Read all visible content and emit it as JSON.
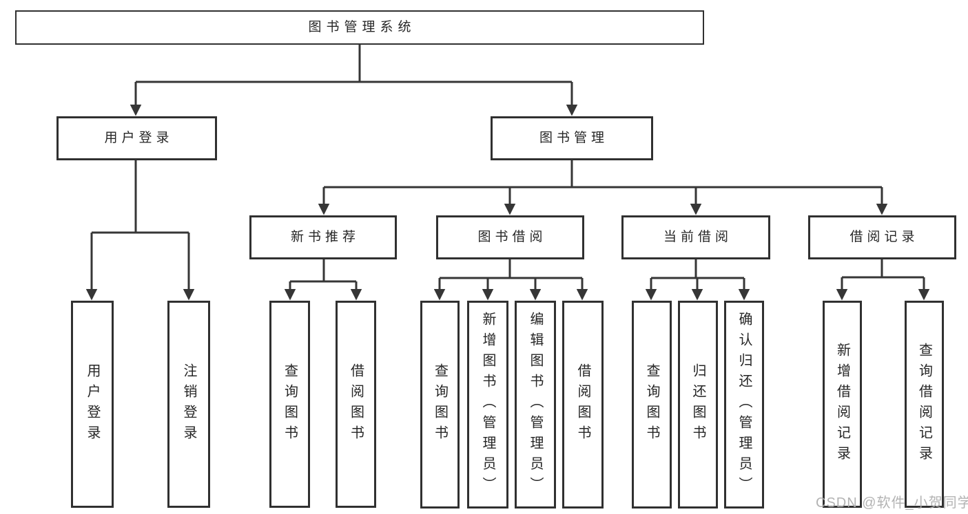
{
  "diagram_title": "图书管理系统",
  "tree": {
    "label": "图书管理系统",
    "children": [
      {
        "label": "用户登录",
        "children": [
          {
            "label": "用户登录"
          },
          {
            "label": "注销登录"
          }
        ]
      },
      {
        "label": "图书管理",
        "children": [
          {
            "label": "新书推荐",
            "children": [
              {
                "label": "查询图书"
              },
              {
                "label": "借阅图书"
              }
            ]
          },
          {
            "label": "图书借阅",
            "children": [
              {
                "label": "查询图书"
              },
              {
                "label": "新增图书（管理员）"
              },
              {
                "label": "编辑图书（管理员）"
              },
              {
                "label": "借阅图书"
              }
            ]
          },
          {
            "label": "当前借阅",
            "children": [
              {
                "label": "查询图书"
              },
              {
                "label": "归还图书"
              },
              {
                "label": "确认归还（管理员）"
              }
            ]
          },
          {
            "label": "借阅记录",
            "children": [
              {
                "label": "新增借阅记录"
              },
              {
                "label": "查询借阅记录"
              }
            ]
          }
        ]
      }
    ]
  },
  "watermark": "CSDN @软件_小贺同学",
  "colors": {
    "line": "#363636",
    "box_border": "#303030",
    "text": "#262626",
    "watermark": "#acacac"
  }
}
